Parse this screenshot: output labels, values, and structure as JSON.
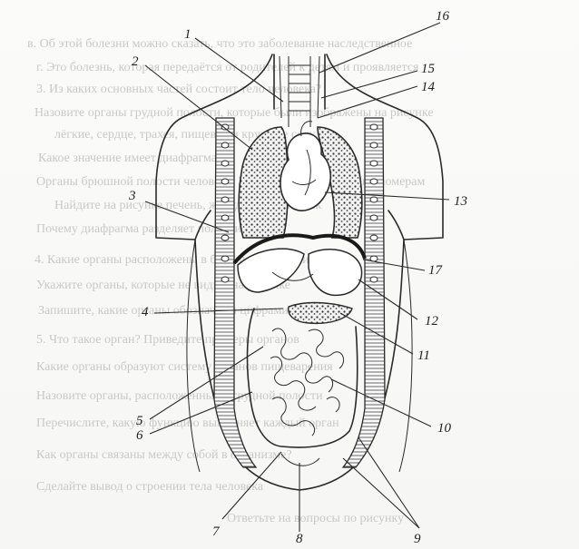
{
  "background_text": [
    "в. Об этой болезни можно сказать, что это заболевание наследственное",
    "г. Это болезнь, которая передаётся от родителей к детям и проявляется",
    "3. Из каких основных частей состоит тело человека?",
    "Назовите органы грудной полости, которые были изображены на рисунке",
    "лёгкие, сердце, трахея, пищевод и крупные сосуды",
    "Какое значение имеет диафрагма?",
    "Органы брюшной полости человека. Запишите их названия по номерам",
    "Найдите на рисунке печень, желудок и кишечник",
    "Почему диафрагма разделяет полости тела?",
    "4. Какие органы расположены в брюшной полости?",
    "Укажите органы, которые не видны на рисунке",
    "Запишите, какие органы обозначены цифрами 7, 8 и 9",
    "5. Что такое орган? Приведите примеры органов",
    "Какие органы образуют систему органов пищеварения",
    "Назовите органы, расположенные в грудной полости",
    "Перечислите, какую функцию выполняет каждый орган",
    "Как органы связаны между собой в организме?",
    "Сделайте вывод о строении тела человека",
    "Ответьте на вопросы по рисунку"
  ],
  "labels": [
    "1",
    "2",
    "3",
    "4",
    "5",
    "6",
    "7",
    "8",
    "9",
    "10",
    "11",
    "12",
    "13",
    "14",
    "15",
    "16",
    "17"
  ]
}
